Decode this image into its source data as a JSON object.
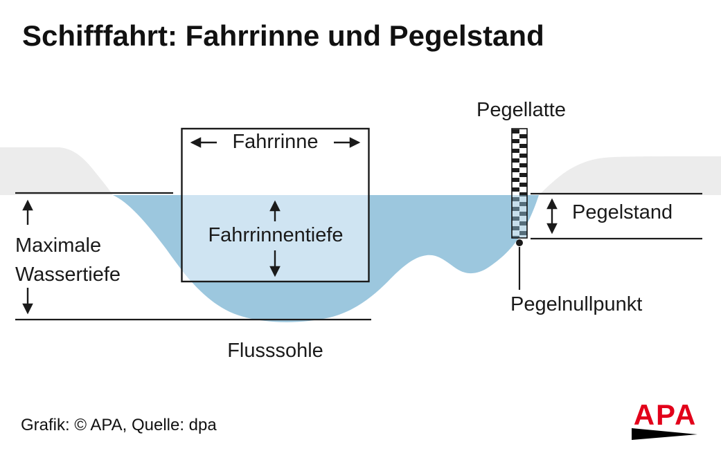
{
  "title": "Schifffahrt: Fahrrinne und Pegelstand",
  "labels": {
    "pegellatte": "Pegellatte",
    "fahrrinne": "Fahrrinne",
    "fahrrinnentiefe": "Fahrrinnentiefe",
    "maximale": "Maximale",
    "wassertiefe": "Wassertiefe",
    "pegelstand": "Pegelstand",
    "pegelnullpunkt": "Pegelnullpunkt",
    "flusssohle": "Flusssohle"
  },
  "footer": {
    "credit": "Grafik: © APA, Quelle: dpa"
  },
  "logo": {
    "text": "APA"
  },
  "colors": {
    "water": "#9cc7de",
    "fairway_water": "#cfe4f2",
    "land": "#ececec",
    "ink": "#1a1a1a",
    "logo_red": "#e2001a"
  }
}
